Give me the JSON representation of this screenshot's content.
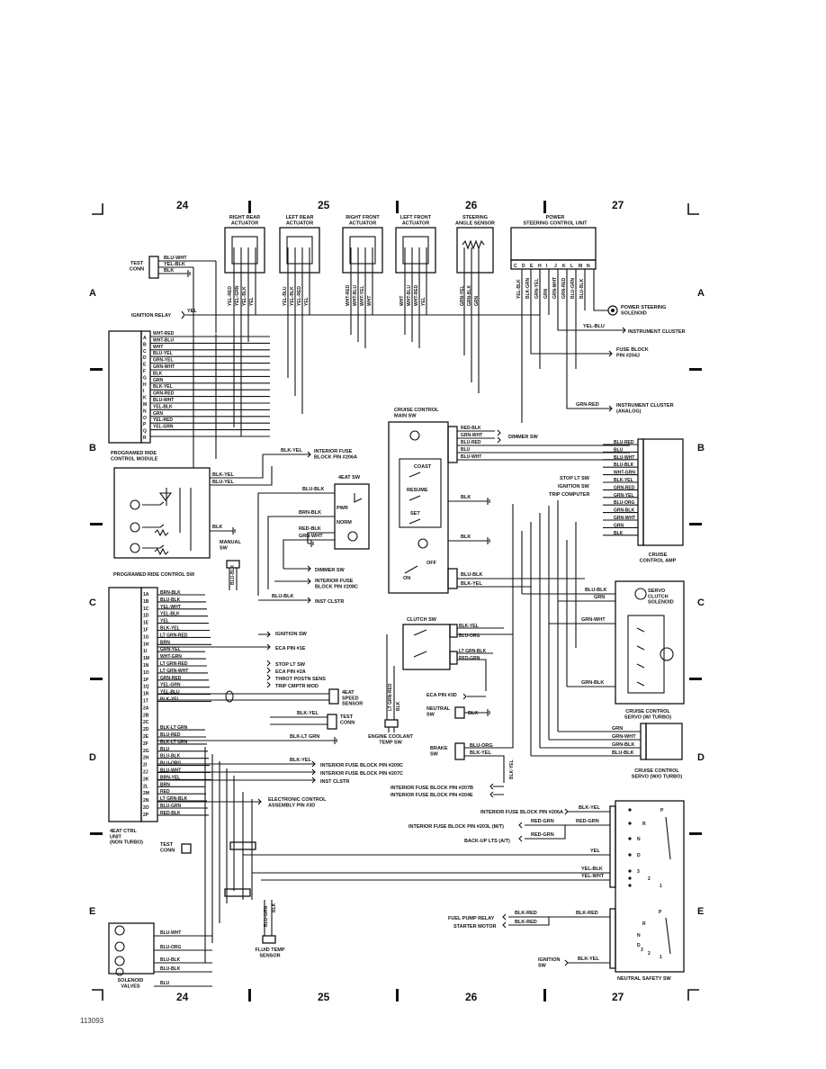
{
  "grid": {
    "columns": [
      "24",
      "25",
      "26",
      "27"
    ],
    "rows": [
      "A",
      "B",
      "C",
      "D",
      "E"
    ]
  },
  "figure_id": "113093",
  "components": {
    "right_rear_actuator": "RIGHT REAR\nACTUATOR",
    "left_rear_actuator": "LEFT REAR\nACTUATOR",
    "right_front_actuator": "RIGHT FRONT\nACTUATOR",
    "left_front_actuator": "LEFT FRONT\nACTUATOR",
    "steering_angle_sensor": "STEERING\nANGLE SENSOR",
    "power_steering_cu": "POWER\nSTEERING CONTROL UNIT",
    "test_conn_top": "TEST\nCONN",
    "ignition_relay": "IGNITION RELAY",
    "prog_ride_module": "PROGRAMED RIDE\nCONTROL MODULE",
    "prog_ride_sw": "PROGRAMED RIDE CONTROL SW",
    "manual_sw": "MANUAL\nSW",
    "eat_sw": "4EAT SW",
    "eat_pwr": "PWR",
    "eat_norm": "NORM",
    "cruise_main_sw": "CRUISE CONTROL\nMAIN SW",
    "coast": "COAST",
    "resume": "RESUME",
    "set": "SET",
    "off": "OFF",
    "on": "ON",
    "clutch_sw": "CLUTCH SW",
    "neutral_sw": "NEUTRAL\nSW",
    "brake_sw": "BRAKE\nSW",
    "cruise_amp": "CRUISE\nCONTROL AMP",
    "servo_clutch": "SERVO\nCLUTCH\nSOLENOID",
    "servo_turbo": "CRUISE CONTROL\nSERVO (W/ TURBO)",
    "servo_noturbo": "CRUISE CONTROL\nSERVO (W/O TURBO)",
    "ps_solenoid": "POWER STEERING\nSOLENOID",
    "eat_ctrl": "4EAT CTRL\nUNIT\n(NON TURBO)",
    "test_conn_bottom": "TEST\nCONN",
    "test_conn_mid": "TEST\nCONN",
    "eat_speed_sensor": "4EAT\nSPEED\nSENSOR",
    "coolant_sensor": "ENGINE COOLANT\nTEMP SW",
    "fluid_temp": "FLUID TEMP\nSENSOR",
    "solenoid_valves": "SOLENOID\nVALVES",
    "neutral_safety": "NEUTRAL SAFETY SW",
    "ignition_sw_bottom": "IGNITION\nSW"
  },
  "ps_pins": [
    "C",
    "D",
    "E",
    "H",
    "I",
    "J",
    "K",
    "L",
    "M",
    "N"
  ],
  "ps_wires": [
    "YEL-BLK",
    "BLK-GRN",
    "GRN-YEL",
    "GRN",
    "GRN-WHT",
    "GRN-RED",
    "BLU-GRN",
    "BLU-BLK"
  ],
  "act_rr_wires": [
    "YEL-RED",
    "YEL-GRN",
    "YEL-BLK",
    "YEL"
  ],
  "act_lr_wires": [
    "YEL-BLU",
    "YEL-BLK",
    "YEL-RED",
    "YEL"
  ],
  "act_rf_wires": [
    "WHT-RED",
    "WHT-BLU",
    "WHT-YEL",
    "WHT"
  ],
  "act_lf_wires": [
    "WHT",
    "WHT-BLU",
    "WHT-RED",
    "YEL"
  ],
  "steer_wires": [
    "GRN-YEL",
    "GRN-BLK",
    "GRN"
  ],
  "test_conn_wires": [
    "BLU-WHT",
    "YEL-BLK",
    "BLK"
  ],
  "ign_relay_wire": "YEL",
  "module_pins": [
    "A",
    "B",
    "C",
    "D",
    "E",
    "F",
    "G",
    "H",
    "I",
    "K",
    "M",
    "N",
    "O",
    "P",
    "Q",
    "R"
  ],
  "module_wires": [
    "WHT-RED",
    "WHT-BLU",
    "WHT",
    "BLU-YEL",
    "GRN-YEL",
    "GRN-WHT",
    "BLK",
    "GRN",
    "BLK-YEL",
    "GRN-RED",
    "BLU-WHT",
    "YEL-BLK",
    "GRN",
    "YEL-RED",
    "YEL-GRN"
  ],
  "right_refs": {
    "ps_solenoid_wire": "YEL-BLU",
    "inst_cluster": "INSTRUMENT CLUSTER",
    "fuse_block": "FUSE BLOCK\nPIN #204J",
    "inst_cluster_analog_wire": "GRN-RED",
    "inst_cluster_analog": "INSTRUMENT CLUSTER\n(ANALOG)"
  },
  "module_refs": {
    "blk_yel": "BLK-YEL",
    "interior_fuse_206a": "INTERIOR FUSE\nBLOCK PIN #206A",
    "blk_yel2": "BLK-YEL",
    "blu_yel": "BLU-YEL",
    "blk": "BLK",
    "blu_blk_manual": "BLU-BLK"
  },
  "eat_wires": {
    "blu_blk": "BLU-BLK",
    "brn_blk": "BRN-BLK",
    "red_blk": "RED-BLK",
    "grn_wht": "GRN-WHT",
    "dimmer_sw": "DIMMER SW",
    "interior_fuse_208c": "INTERIOR FUSE\nBLOCK PIN #208C",
    "blu_blk2": "BLU-BLK",
    "inst_clstr": "INST CLSTR"
  },
  "cruise_wires": {
    "left": [
      "RED-BLK",
      "GRN-WHT",
      "BLU-RED",
      "BLU",
      "BLU-WHT"
    ],
    "dimmer_sw": "DIMMER SW",
    "blk1": "BLK",
    "blk2": "BLK",
    "blu_blk": "BLU-BLK",
    "blk_yel": "BLK-YEL"
  },
  "amp_wires": [
    "BLU-RED",
    "BLU",
    "BLU-WHT",
    "BLU-BLK",
    "WHT-GRN",
    "BLK-YEL",
    "GRN-RED",
    "GRN-YEL",
    "BLU-ORG",
    "GRN-BLK",
    "GRN-WHT",
    "GRN",
    "BLK"
  ],
  "amp_refs": {
    "stop_lt": "STOP LT SW",
    "ignition_sw": "IGNITION SW",
    "trip_computer": "TRIP COMPUTER"
  },
  "servo_clutch_wires": [
    "BLU-BLK",
    "GRN"
  ],
  "servo_turbo_wires": [
    "GRN-WHT",
    "GRN-BLK"
  ],
  "servo_noturbo_wires": [
    "GRN",
    "GRN-WHT",
    "GRN-BLK",
    "BLU-BLK"
  ],
  "clutch_wires": [
    "BLK-YEL",
    "BLU-ORG",
    "LT GRN-BLK",
    "RED-GRN"
  ],
  "neutral_refs": {
    "eca_pin_3d": "ECA PIN #3D",
    "blk": "BLK"
  },
  "brake_wires": [
    "BLU-ORG",
    "BLK-YEL"
  ],
  "eat_ctrl_pins": [
    "1A",
    "1B",
    "1C",
    "1D",
    "1E",
    "1F",
    "1G",
    "1H",
    "1I",
    "1M",
    "1N",
    "1O",
    "1P",
    "1Q",
    "1R",
    "1T",
    "2A",
    "2B",
    "2C",
    "2D",
    "2E",
    "2F",
    "2G",
    "2H",
    "2I",
    "2J",
    "2K",
    "2L",
    "2M",
    "2N",
    "2O",
    "2P"
  ],
  "eat_ctrl_wires": [
    "BRN-BLK",
    "BLU-BLK",
    "YEL-WHT",
    "YEL-BLK",
    "YEL",
    "BLK-YEL",
    "LT GRN-RED",
    "BRN",
    "GRN-YEL",
    "WHT-GRN",
    "LT GRN-RED",
    "LT GRN-WHT",
    "GRN-RED",
    "YEL-GRN",
    "YEL-BLU",
    "BLK-YEL",
    "BLK-LT GRN",
    "BLU-RED",
    "BLK-LT GRN",
    "BLU",
    "BLU-BLK",
    "BLU-ORG",
    "BLU-WHT",
    "BRN-YEL",
    "BRN",
    "RED",
    "LT GRN-BLK",
    "BLU-GRN",
    "RED-BLK"
  ],
  "eat_ctrl_refs": {
    "ignition_sw": "IGNITION SW",
    "eca_1e": "ECA PIN #1E",
    "stop_lt": "STOP LT SW",
    "eca_2a": "ECA PIN #2A",
    "throt": "THROT POSTN SENS",
    "trip": "TRIP CMPTR MOD",
    "blk_yel": "BLK-YEL",
    "blk_lt_grn": "BLK-LT GRN",
    "blk_yel2": "BLK-YEL",
    "fuse_209c": "INTERIOR FUSE BLOCK PIN #209C",
    "fuse_207c": "INTERIOR FUSE BLOCK PIN #207C",
    "inst_clstr": "INST CLSTR",
    "eca": "ELECTRONIC CONTROL\nASSEMBLY PIN #3D",
    "lt_grn_red": "LT GRN-RED",
    "blk_v": "BLK",
    "blu_grn_v": "BLU-GRN",
    "blk_v2": "BLK"
  },
  "fuse_refs": {
    "f207b": "INTERIOR FUSE BLOCK PIN #207B",
    "f204e": "INTERIOR FUSE BLOCK PIN #204E",
    "blk_yel_v": "BLK-YEL",
    "f206a": "INTERIOR FUSE BLOCK PIN #206A",
    "f203l": "INTERIOR FUSE BLOCK PIN #203L (M/T)",
    "backup": "BACK-UP LTS (A/T)",
    "fuel_pump": "FUEL PUMP RELAY",
    "starter": "STARTER MOTOR"
  },
  "nss_wires": {
    "blk_yel": "BLK-YEL",
    "red_grn1": "RED-GRN",
    "red_grn2": "RED-GRN",
    "red_grn3": "RED-GRN",
    "yel": "YEL",
    "yel_blk": "YEL-BLK",
    "yel_wht": "YEL-WHT",
    "blk_red1": "BLK-RED",
    "blk_red2": "BLK-RED",
    "blk_red3": "BLK-RED",
    "blk_yel_bottom": "BLK-YEL"
  },
  "nss_positions_top": [
    "P",
    "R",
    "N",
    "D",
    "3",
    "2",
    "1"
  ],
  "nss_positions_bottom": [
    "P",
    "R",
    "N",
    "D",
    "3",
    "2",
    "1"
  ],
  "solenoid_wires": [
    "BLU-WHT",
    "BLU-ORG",
    "BLU-BLK",
    "BLU-BLK",
    "BLU"
  ]
}
